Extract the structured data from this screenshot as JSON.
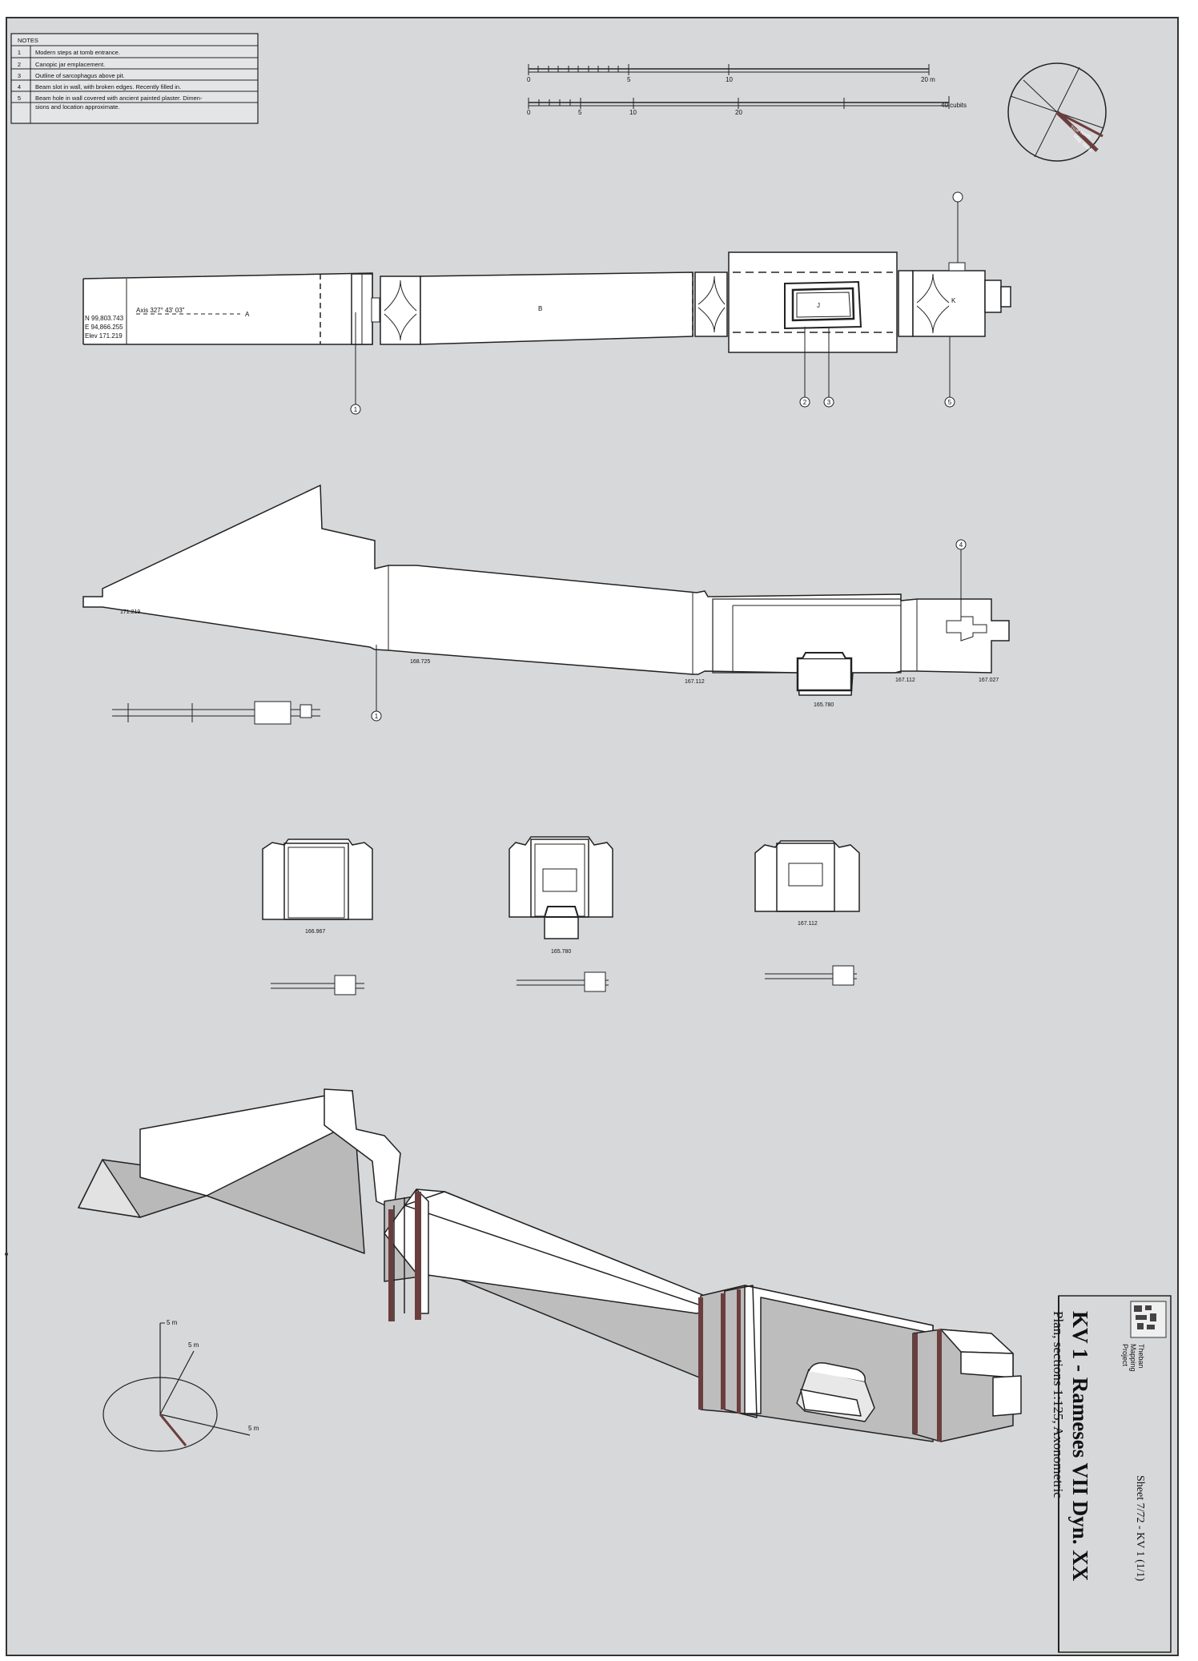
{
  "notes": {
    "title": "NOTES",
    "items": [
      {
        "num": "1",
        "text": "Modern steps at tomb entrance."
      },
      {
        "num": "2",
        "text": "Canopic jar emplacement."
      },
      {
        "num": "3",
        "text": "Outline of sarcophagus above pit."
      },
      {
        "num": "4",
        "text": "Beam slot in wall, with broken edges.  Recently filled in."
      },
      {
        "num": "5",
        "text": "Beam hole in wall covered with ancient painted plaster.  Dimen-",
        "text2": "sions and location approximate."
      }
    ]
  },
  "scales": {
    "meters": {
      "ticks": [
        "0",
        "5",
        "10",
        "20 m"
      ]
    },
    "cubits": {
      "ticks": [
        "0",
        "5",
        "10",
        "20",
        "40 cubits"
      ]
    }
  },
  "north_arrow": {
    "label_true": "True North",
    "label_mag": "Mag. North"
  },
  "plan": {
    "coords": {
      "n": "N  99,803.743",
      "e": "E  94,866.255",
      "elev": "Elev 171.219"
    },
    "axis": "Axis 327° 43' 03\"",
    "rooms": {
      "a": "A",
      "b": "B",
      "j": "J",
      "k": "K"
    },
    "callouts": {
      "c1": "1",
      "c2": "2",
      "c3": "3",
      "c5": "5"
    }
  },
  "section": {
    "elevations": {
      "e1": "171.219",
      "e2": "168.725",
      "e3": "167.112",
      "e4": "165.780",
      "e5": "167.112",
      "e6": "167.027"
    },
    "callouts": {
      "c1": "1",
      "c4": "4"
    }
  },
  "cross_sections": {
    "s1": "166.967",
    "s2": "165.780",
    "s3": "167.112"
  },
  "axonometric": {
    "scale_labels": {
      "x": "5 m",
      "y": "5 m",
      "z": "5 m"
    }
  },
  "title_block": {
    "project": [
      "Theban",
      "Mapping",
      "Project"
    ],
    "sheet": "Sheet 7/72 - KV 1 (1/1)",
    "title": "KV 1 - Rameses VII   Dyn. XX",
    "subtitle": "Plan, sections 1:125, Axonometric"
  }
}
